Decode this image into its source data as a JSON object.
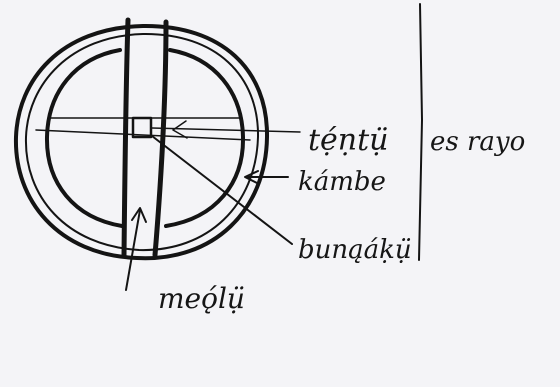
{
  "labels": {
    "tentu": "tẹ́ṇtụ̈",
    "es_rayo": "es rayo",
    "kambe": "kámbe",
    "bunaaku": "bunąáḳụ̈",
    "meolu": "meǫ́lụ̈"
  }
}
